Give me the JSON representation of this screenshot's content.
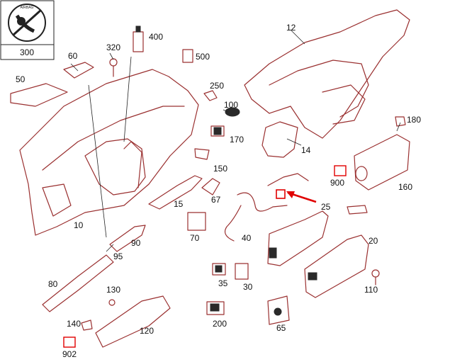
{
  "colors": {
    "part_outline": "#9a3030",
    "label": "#111111",
    "highlight": "#e00000",
    "background": "#ffffff"
  },
  "inset": {
    "badge_text": "AIRBAG",
    "number": "300",
    "icon": "no-rear-facing-child-seat-icon"
  },
  "parts": {
    "p10": "10",
    "p12": "12",
    "p14": "14",
    "p15": "15",
    "p20": "20",
    "p25": "25",
    "p30": "30",
    "p35": "35",
    "p40": "40",
    "p50": "50",
    "p60": "60",
    "p65": "65",
    "p67": "67",
    "p70": "70",
    "p80": "80",
    "p90": "90",
    "p95": "95",
    "p100": "100",
    "p110": "110",
    "p120": "120",
    "p130": "130",
    "p140": "140",
    "p150": "150",
    "p160": "160",
    "p170": "170",
    "p180": "180",
    "p200": "200",
    "p250": "250",
    "p320": "320",
    "p400": "400",
    "p500": "500",
    "p900": "900",
    "p902": "902"
  },
  "highlight": {
    "note": "red arrow marks bracket",
    "icon": "highlight-arrow-icon"
  }
}
